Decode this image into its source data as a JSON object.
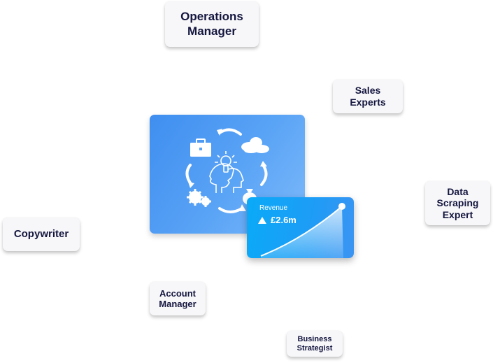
{
  "roles": {
    "operations_manager": [
      "Operations",
      "Manager"
    ],
    "sales_experts": [
      "Sales",
      "Experts"
    ],
    "data_scraping_expert": [
      "Data",
      "Scraping",
      "Expert"
    ],
    "copywriter": [
      "Copywriter"
    ],
    "account_manager": [
      "Account",
      "Manager"
    ],
    "business_strategist": [
      "Business",
      "Strategist"
    ]
  },
  "hero": {
    "icons": [
      "briefcase-icon",
      "cloud-icon",
      "lightbulb-head-icon",
      "gears-icon",
      "money-bag-icon",
      "cycle-arrows-icon"
    ]
  },
  "revenue_card": {
    "label": "Revenue",
    "trend": "up",
    "value": "£2.6m"
  },
  "colors": {
    "text_dark": "#14163f",
    "hero_blue": "#4a98f3",
    "revenue_blue": "#0aaaf8"
  }
}
